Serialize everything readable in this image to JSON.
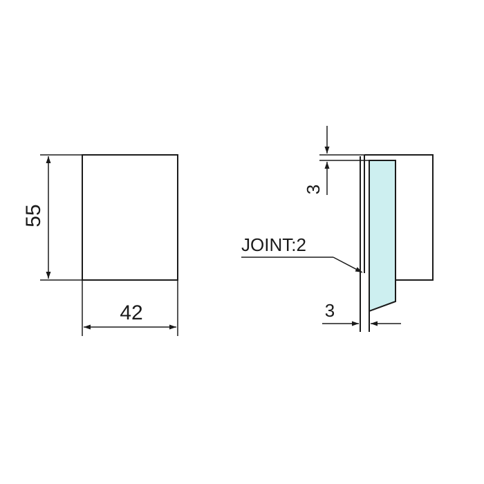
{
  "front_view": {
    "height_dim": "55",
    "width_dim": "42"
  },
  "side_view": {
    "top_offset_dim": "3",
    "joint_label": "JOINT:2",
    "glass_thickness_dim": "3"
  },
  "colors": {
    "line": "#1a1a1a",
    "glass_fill": "#cdeff0",
    "background": "#ffffff"
  }
}
